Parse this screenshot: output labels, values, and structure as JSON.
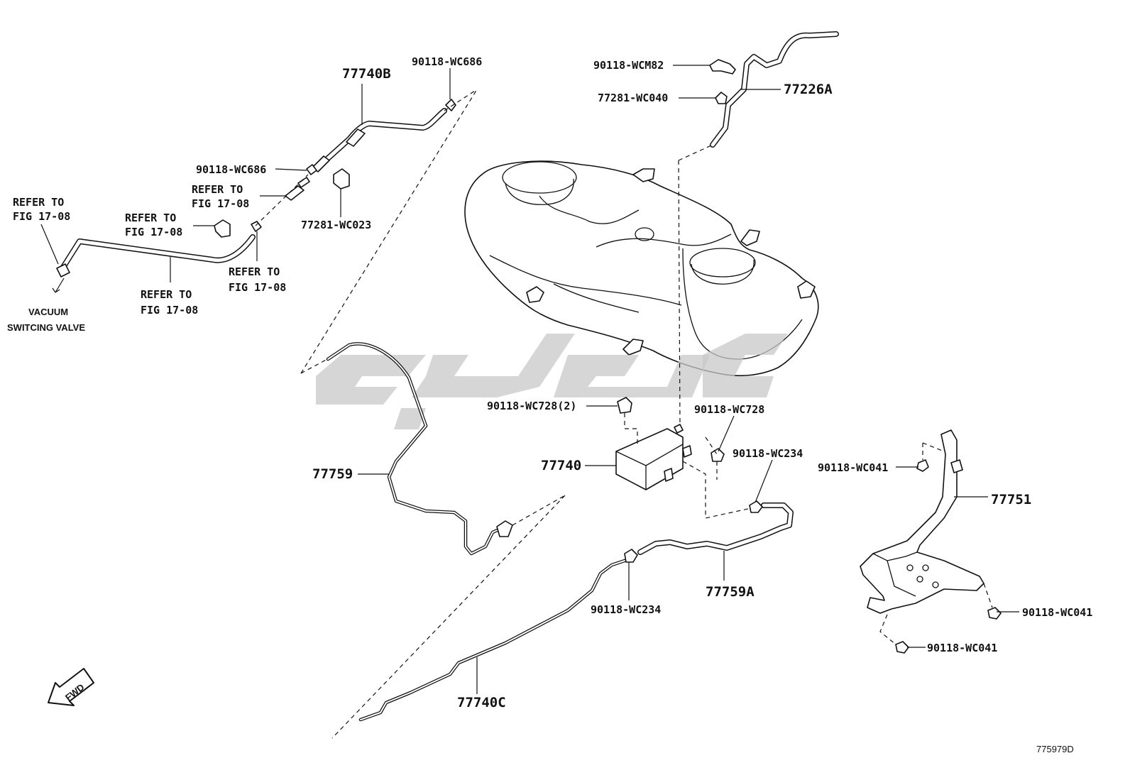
{
  "diagram_id": "775979D",
  "fwd_label": "FWD",
  "labels": {
    "p77740B": "77740B",
    "p90118_WC686_top": "90118-WC686",
    "p90118_WC686_mid": "90118-WC686",
    "p77281_WC023": "77281-WC023",
    "refer_1_line1": "REFER TO",
    "refer_1_line2": "FIG 17-08",
    "refer_2_line1": "REFER TO",
    "refer_2_line2": "FIG 17-08",
    "refer_3_line1": "REFER TO",
    "refer_3_line2": "FIG 17-08",
    "refer_4_line1": "REFER TO",
    "refer_4_line2": "FIG 17-08",
    "refer_5_line1": "REFER TO",
    "refer_5_line2": "FIG 17-08",
    "vacuum_line1": "VACUUM",
    "vacuum_line2": "SWITCING VALVE",
    "p90118_WCM82": "90118-WCM82",
    "p77281_WC040": "77281-WC040",
    "p77226A": "77226A",
    "p90118_WC728_2": "90118-WC728(2)",
    "p90118_WC728": "90118-WC728",
    "p90118_WC234_right": "90118-WC234",
    "p77740": "77740",
    "p77759": "77759",
    "p90118_WC041_top": "90118-WC041",
    "p77751": "77751",
    "p90118_WC041_right": "90118-WC041",
    "p90118_WC041_bottom": "90118-WC041",
    "p77759A": "77759A",
    "p90118_WC234_bottom": "90118-WC234",
    "p77740C": "77740C"
  }
}
